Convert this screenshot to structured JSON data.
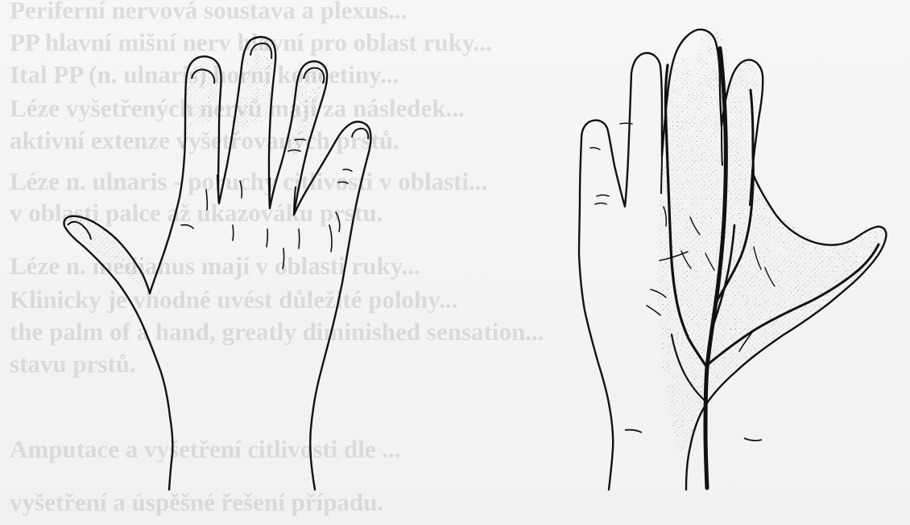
{
  "background_text": {
    "lines": [
      "Periferní nervová soustava a plexus...",
      "PP hlavní mišní nerv hlavní pro oblast ruky...",
      "Ital PP (n. ulnaris) horní končetiny...",
      "Léze vyšetřených nervů mají za následek...",
      "aktivní extenze vyšetřovaných prstů.",
      "Léze n. ulnaris - poruchy citlivosti v oblasti...",
      "v oblasti palce až ukazováku prstu.",
      "Léze n. medianus mají v oblasti ruky...",
      "Klinicky je vhodné uvést důležité polohy...",
      "the palm of a hand, greatly diminished sensation...",
      "stavu prstů.",
      "Amputace a vyšetření citlivosti dle ...",
      "vyšetření a úspěšné řešení případu."
    ]
  },
  "colors": {
    "ink": "#111111",
    "stipple": "#3a3a3a",
    "paper": "#f4f4f4"
  },
  "figure": {
    "left_hand": "dorsal",
    "right_hand": "palmar"
  }
}
